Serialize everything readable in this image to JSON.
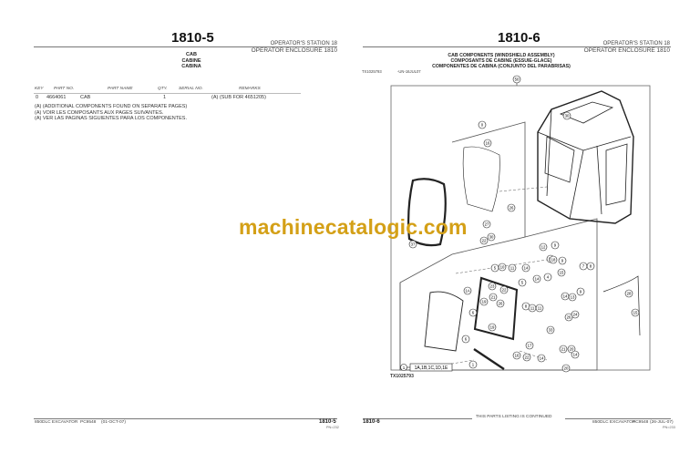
{
  "left_page": {
    "page_number": "1810-5",
    "section": "OPERATOR'S STATION    18",
    "subsection": "OPERATOR ENCLOSURE 1810",
    "title": [
      "CAB",
      "CABINE",
      "CABINA"
    ],
    "columns": [
      "KEY",
      "PART NO.",
      "PART NAME",
      "QTY.",
      "SERIAL NO.",
      "REMARKS"
    ],
    "rows": [
      {
        "key": "0",
        "part_no": "4664061",
        "part_name": "CAB",
        "qty": "1",
        "serial_no": "",
        "remarks": "(A) (SUB FOR 4651205)"
      }
    ],
    "notes": [
      "(A) (ADDITIONAL COMPONENTS FOUND ON SEPARATE PAGES)",
      "(A) VOIR LES COMPOSANTS AUX PAGES SUIVANTES.",
      "(A) VER LAS PAGINAS SIGUIENTES PARA LOS COMPONENTES."
    ],
    "footer": {
      "model": "850DLC EXCAVATOR",
      "catalog": "PC9548",
      "date": "(01-OCT-07)",
      "page_number": "1810-5",
      "pn": "PN=232"
    }
  },
  "right_page": {
    "page_number": "1810-6",
    "section": "OPERATOR'S STATION    18",
    "subsection": "OPERATOR ENCLOSURE 1810",
    "title": [
      "CAB COMPONENTS (WINDSHIELD ASSEMBLY)",
      "COMPOSANTS DE CABINE (ESSUIE-GLACE)",
      "COMPONENTES DE CABINA (CONJUNTO DEL PARABRISAS)"
    ],
    "figure_id": "TX1025793",
    "figure_ref": "-UN-16JUL07",
    "figure_caption": "TX1025793",
    "kit_label": "1A,1B,1C,1D,1E",
    "callouts": [
      "50",
      "30",
      "0",
      "16",
      "26",
      "27",
      "22",
      "30",
      "37",
      "12",
      "9",
      "14",
      "18",
      "9",
      "7",
      "8",
      "5",
      "10",
      "11",
      "14",
      "5",
      "14",
      "4",
      "15",
      "1A",
      "23",
      "22",
      "21",
      "26",
      "19",
      "6",
      "8",
      "11",
      "11",
      "14",
      "13",
      "9",
      "28",
      "24",
      "26",
      "33",
      "15",
      "19",
      "6",
      "17",
      "16",
      "22",
      "14",
      "21",
      "20",
      "14",
      "20",
      "1"
    ],
    "continued": "THIS PARTS LISTING IS CONTINUED",
    "footer": {
      "page_number": "1810-6",
      "model": "850DLC EXCAVATOR",
      "catalog": "PC9548",
      "date": "(26-JUL-07)",
      "pn": "PN=233"
    }
  },
  "watermark": "machinecatalogic.com",
  "colors": {
    "watermark": "#d4a017",
    "rule": "#777777"
  }
}
